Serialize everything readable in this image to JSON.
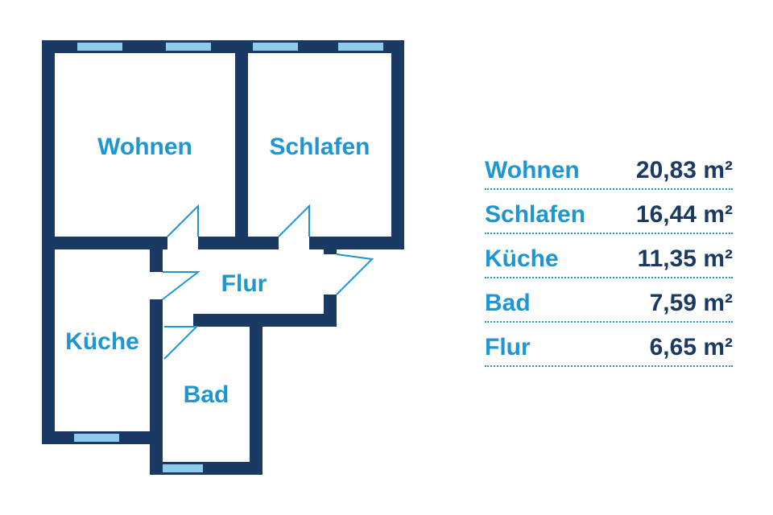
{
  "colors": {
    "wall": "#1b3a63",
    "window": "#8fcbea",
    "door": "#1e96d2",
    "room_label": "#1e96d2",
    "area_value": "#1b3a63"
  },
  "rooms": {
    "wohnen": "Wohnen",
    "schlafen": "Schlafen",
    "kueche": "Küche",
    "bad": "Bad",
    "flur": "Flur"
  },
  "areas": [
    {
      "name": "Wohnen",
      "value": "20,83 m²"
    },
    {
      "name": "Schlafen",
      "value": "16,44 m²"
    },
    {
      "name": "Küche",
      "value": "11,35 m²"
    },
    {
      "name": "Bad",
      "value": "7,59 m²"
    },
    {
      "name": "Flur",
      "value": "6,65 m²"
    }
  ]
}
